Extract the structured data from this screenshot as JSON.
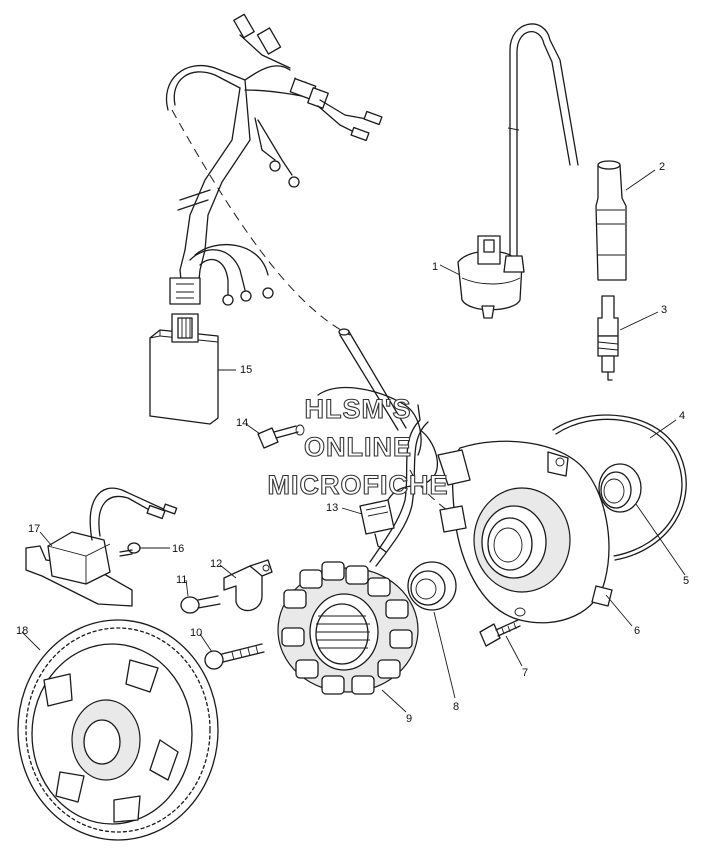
{
  "watermark": {
    "line1": "HLSM'S",
    "line2": "ONLINE",
    "line3": "MICROFICHE"
  },
  "callouts": [
    "1",
    "2",
    "3",
    "4",
    "5",
    "6",
    "7",
    "8",
    "9",
    "10",
    "11",
    "12",
    "13",
    "14",
    "15",
    "16",
    "17",
    "18"
  ]
}
